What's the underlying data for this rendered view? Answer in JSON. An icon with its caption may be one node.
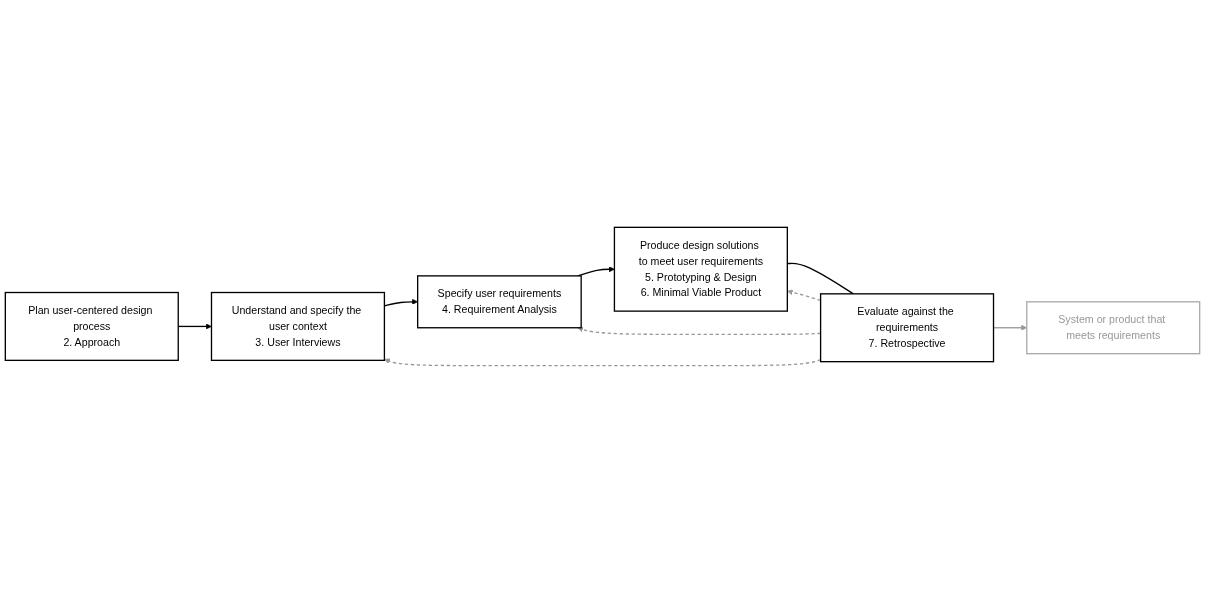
{
  "diagram": {
    "nodes": [
      {
        "text": [
          "Plan user-centered design process",
          "2. Approach"
        ]
      },
      {
        "text": [
          "Understand and specify the user context",
          "3. User Interviews"
        ]
      },
      {
        "text": [
          "System or product that meets requirements"
        ]
      },
      {
        "text": [
          "Evaluate against the requirements",
          "7. Retrospective"
        ]
      },
      {
        "text": [
          "Specify user requirements",
          "4. Requirement Analysis"
        ]
      },
      {
        "text": [
          "Produce design solutions to meet user requirements",
          "5. Prototyping & Design",
          "6. Minimal Viable Product"
        ]
      }
    ],
    "edges": [
      {
        "from": 0,
        "to": 1,
        "arrow": "to"
      },
      {
        "from": 1,
        "to": 4,
        "arrow": "to"
      },
      {
        "from": 4,
        "to": 5,
        "arrow": "to"
      },
      {
        "from": 5,
        "to": 3,
        "arrow": "none"
      },
      {
        "from": 3,
        "to": 2,
        "arrow": "to",
        "color": "#999999"
      },
      {
        "from": 3,
        "to": 1,
        "arrow": "to",
        "style": "dashed",
        "color": "#999999"
      },
      {
        "from": 3,
        "to": 4,
        "arrow": "to",
        "style": "dashed",
        "color": "#999999"
      },
      {
        "from": 3,
        "to": 5,
        "arrow": "to",
        "style": "dashed",
        "color": "#999999"
      }
    ]
  }
}
